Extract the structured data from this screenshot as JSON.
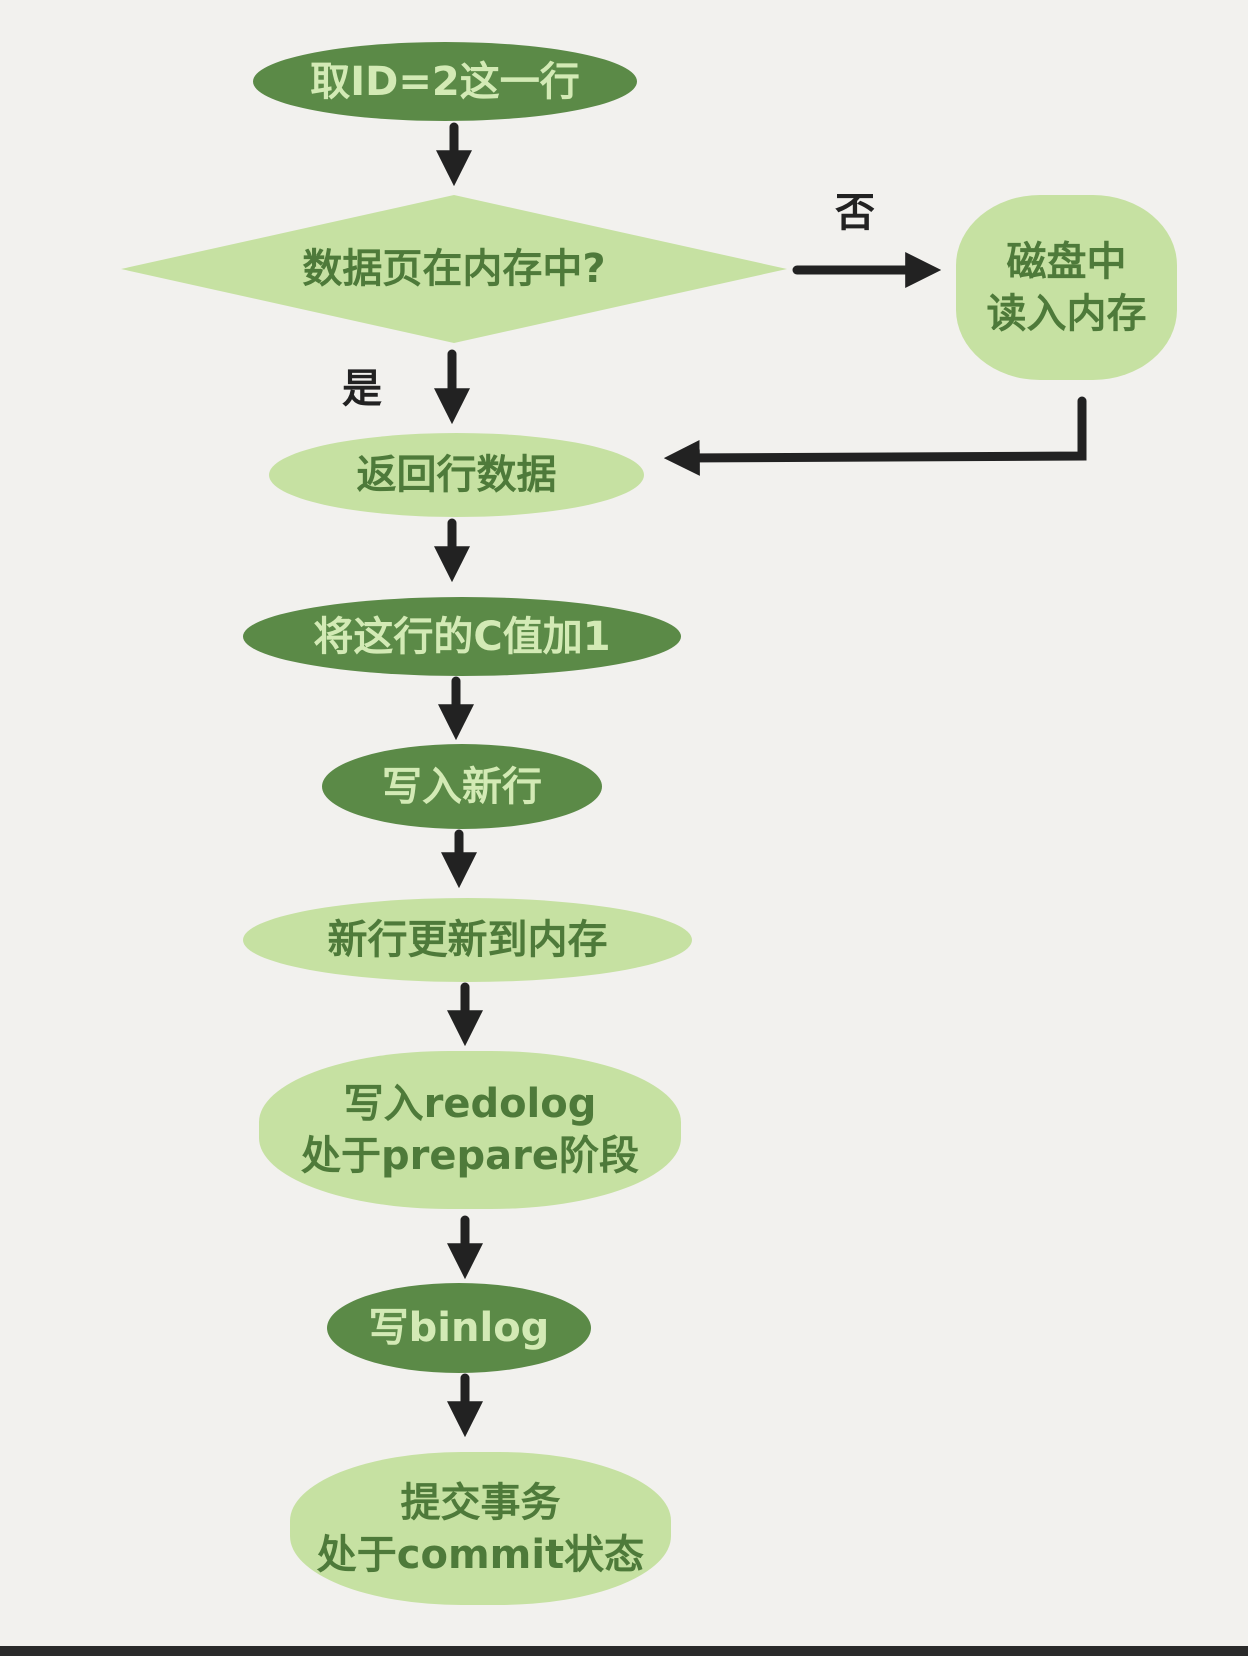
{
  "colors": {
    "dark_node": "#5b8a47",
    "light_node": "#c6e1a2",
    "arrow": "#222222",
    "background": "#f2f1ee"
  },
  "nodes": {
    "fetch_row": "取ID=2这一行",
    "decision": "数据页在内存中?",
    "disk_read": [
      "磁盘中",
      "读入内存"
    ],
    "return_row": "返回行数据",
    "increment": "将这行的C值加1",
    "write_row": "写入新行",
    "update_memory": "新行更新到内存",
    "redolog": [
      "写入redolog",
      "处于prepare阶段"
    ],
    "binlog": "写binlog",
    "commit": [
      "提交事务",
      "处于commit状态"
    ]
  },
  "labels": {
    "no": "否",
    "yes": "是"
  }
}
